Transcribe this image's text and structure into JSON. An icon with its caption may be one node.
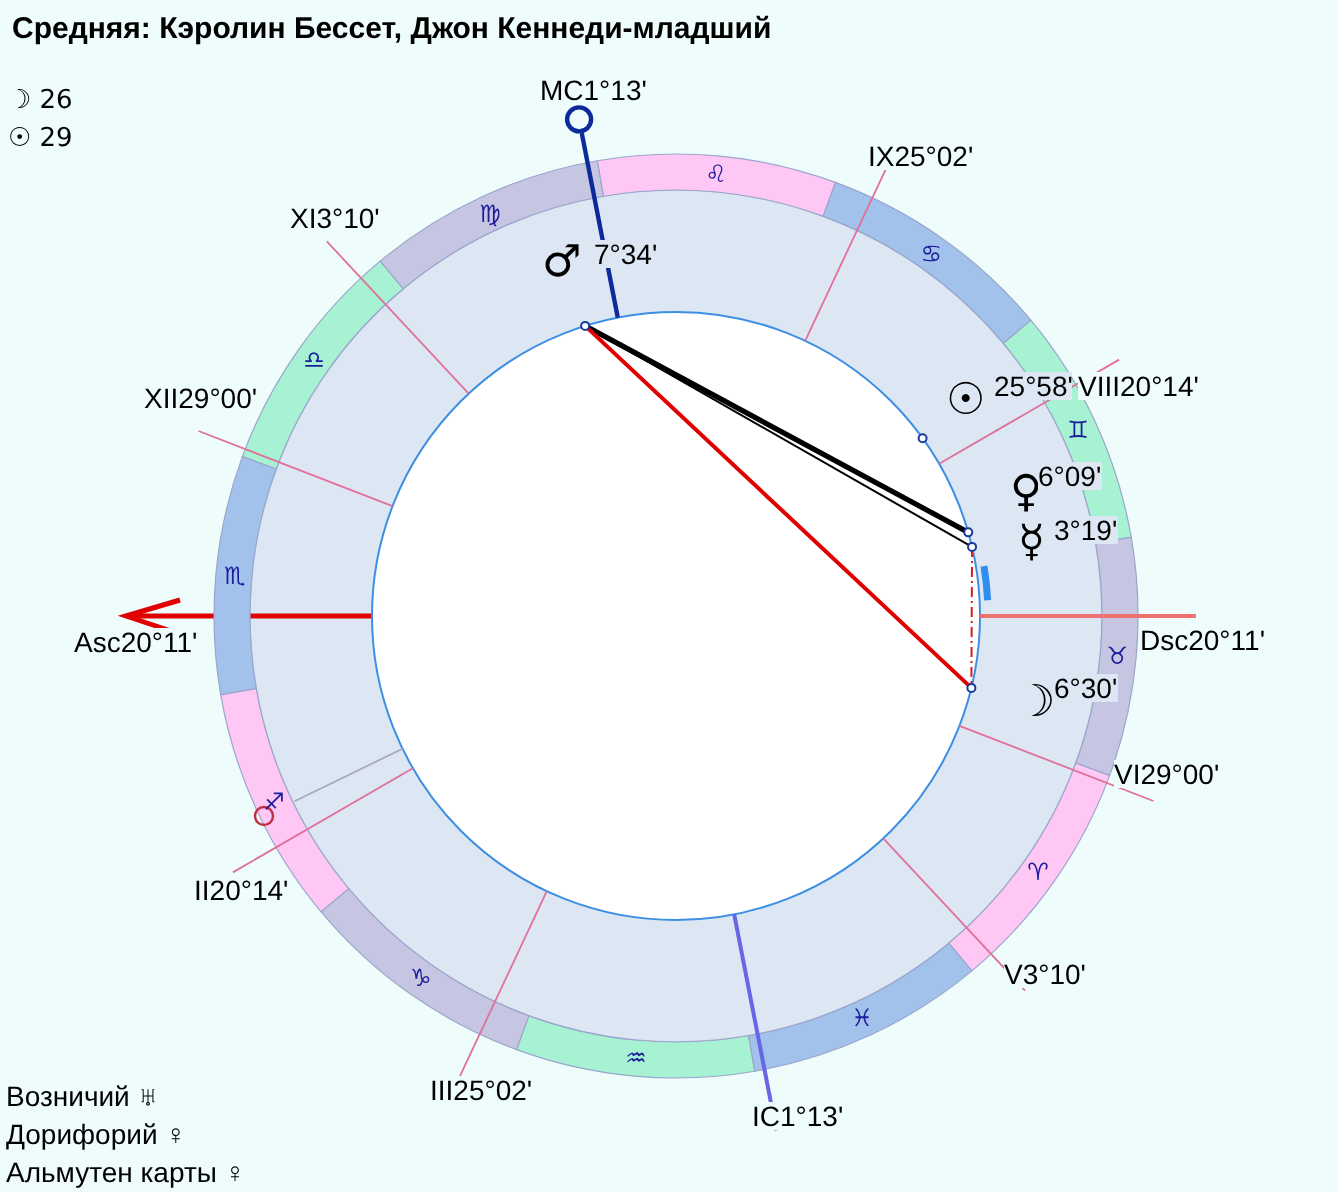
{
  "diagram": {
    "title": "Средняя: Кэролин Бессет, Джон Кеннеди-младший",
    "labels": [
      "☽ 26",
      "☉ 29",
      "MC1°13'",
      "IX25°02'",
      "♌",
      "XI3°10'",
      "♍",
      "♂",
      "7°34'",
      "♋",
      "XII29°00'",
      "☉",
      "25°58'",
      "VIII20°14'",
      "♎",
      "♊",
      "♀",
      "6°09'",
      "☿",
      "3°19'",
      "♏",
      "Asc20°11'",
      "Dsc20°11'",
      "♉",
      "☽",
      "6°30'",
      "VI29°00'",
      "♐",
      "II20°14'",
      "♈",
      "♑",
      "V3°10'",
      "♓",
      "♒",
      "III25°02'",
      "IC1°13'",
      "Возничий ♅",
      "Дорифорий ♀",
      "Альмутен карты ♀"
    ]
  }
}
